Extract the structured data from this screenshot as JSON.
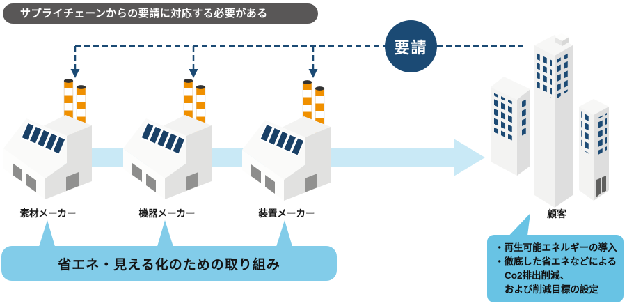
{
  "header": {
    "title": "サプライチェーンからの要請に対応する必要がある"
  },
  "request_badge": {
    "label": "要請"
  },
  "suppliers": [
    {
      "label": "素材メーカー"
    },
    {
      "label": "機器メーカー"
    },
    {
      "label": "装置メーカー"
    }
  ],
  "customer": {
    "label": "顧客"
  },
  "initiative_banner": {
    "label": "省エネ・見える化のための取り組み"
  },
  "customer_callout": {
    "line1": "・再生可能エネルギーの導入",
    "line2": "・徹底した省エネなどによる",
    "line3": "Co2排出削減、",
    "line4": "および削減目標の設定"
  },
  "colors": {
    "header_bg": "#595757",
    "request_navy": "#1b4a74",
    "flow_arrow_blue": "#c9e9f6",
    "banner_blue": "#82cce9",
    "callout_blue": "#68c3e4",
    "chimney_orange": "#f09000",
    "solar_panel_navy": "#1a4066",
    "window_navy": "#1c4a74"
  }
}
